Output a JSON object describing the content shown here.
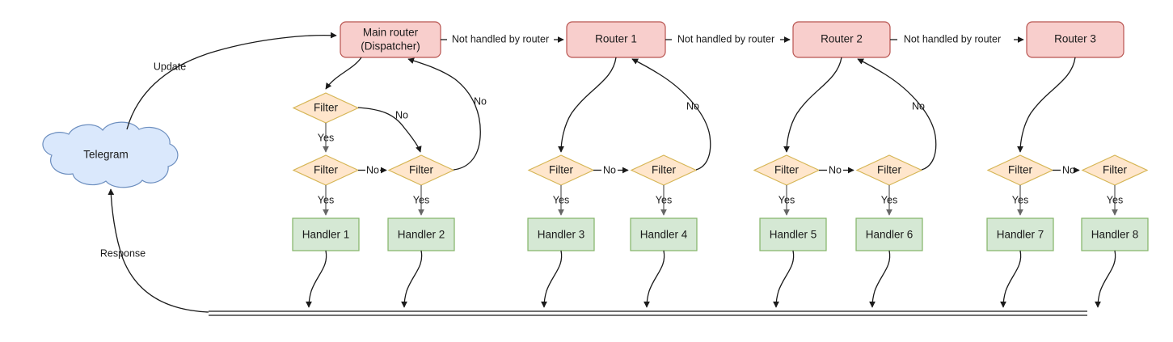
{
  "diagram": {
    "title": "Telegram bot update routing flow",
    "colors": {
      "router_fill": "#f8cecc",
      "router_stroke": "#b85450",
      "handler_fill": "#d5e8d4",
      "handler_stroke": "#82b366",
      "filter_fill": "#ffe6cc",
      "filter_stroke": "#d6b656",
      "cloud_fill": "#dae8fc",
      "cloud_stroke": "#6c8ebf",
      "edge_stroke": "#1a1a1a",
      "edge_stroke_gray": "#666666"
    },
    "source": {
      "label": "Telegram",
      "shape": "cloud"
    },
    "edge_labels": {
      "update": "Update",
      "response": "Response",
      "not_handled": "Not handled by router",
      "yes": "Yes",
      "no": "No"
    },
    "routers": [
      {
        "id": "main-router",
        "line1": "Main router",
        "line2": "(Dispatcher)",
        "two_line": true
      },
      {
        "id": "router-1",
        "line1": "Router 1",
        "line2": "",
        "two_line": false
      },
      {
        "id": "router-2",
        "line1": "Router 2",
        "line2": "",
        "two_line": false
      },
      {
        "id": "router-3",
        "line1": "Router 3",
        "line2": "",
        "two_line": false
      }
    ],
    "filters": [
      {
        "id": "filter-1",
        "label": "Filter"
      },
      {
        "id": "filter-2",
        "label": "Filter"
      },
      {
        "id": "filter-3",
        "label": "Filter"
      },
      {
        "id": "filter-4",
        "label": "Filter"
      },
      {
        "id": "filter-5",
        "label": "Filter"
      },
      {
        "id": "filter-6",
        "label": "Filter"
      },
      {
        "id": "filter-7",
        "label": "Filter"
      },
      {
        "id": "filter-8",
        "label": "Filter"
      },
      {
        "id": "filter-9",
        "label": "Filter"
      }
    ],
    "handlers": [
      {
        "id": "handler-1",
        "label": "Handler 1"
      },
      {
        "id": "handler-2",
        "label": "Handler 2"
      },
      {
        "id": "handler-3",
        "label": "Handler 3"
      },
      {
        "id": "handler-4",
        "label": "Handler 4"
      },
      {
        "id": "handler-5",
        "label": "Handler 5"
      },
      {
        "id": "handler-6",
        "label": "Handler 6"
      },
      {
        "id": "handler-7",
        "label": "Handler 7"
      },
      {
        "id": "handler-8",
        "label": "Handler 8"
      }
    ],
    "not_handled_labels": [
      "Not handled by router",
      "Not handled by router",
      "Not handled by router"
    ],
    "yes_labels": [
      "Yes",
      "Yes",
      "Yes",
      "Yes",
      "Yes",
      "Yes",
      "Yes",
      "Yes",
      "Yes"
    ],
    "no_labels": [
      "No",
      "No",
      "No",
      "No",
      "No",
      "No",
      "No",
      "No",
      "No"
    ]
  }
}
